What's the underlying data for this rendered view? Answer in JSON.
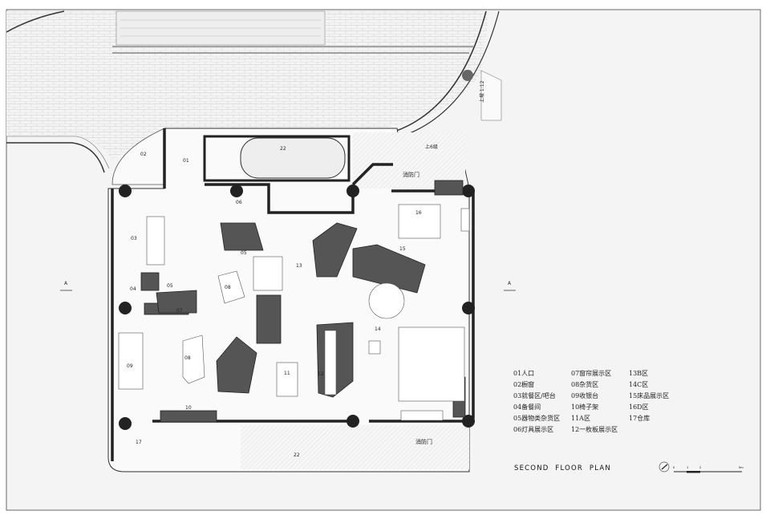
{
  "plan": {
    "title": "SECOND FLOOR PLAN",
    "legend": [
      "01人口",
      "07窗帘展示区",
      "13B区",
      "02橱窗",
      "08杂货区",
      "14C区",
      "03就餐区/吧台",
      "09收银台",
      "15床品展示区",
      "04备餐间",
      "10椅子架",
      "16D区",
      "05器物类杂货区",
      "11A区",
      "17仓库",
      "06灯具展示区",
      "12一枚板展示区",
      ""
    ],
    "room_labels": [
      "01",
      "02",
      "03",
      "04",
      "05",
      "05",
      "06",
      "07",
      "08",
      "08",
      "09",
      "10",
      "11",
      "12",
      "13",
      "14",
      "15",
      "16",
      "17"
    ],
    "annotations": {
      "fire_door_1": "消防门",
      "fire_door_2": "消防门",
      "steps_up": "上6级",
      "ramp": "上坡 1:12",
      "stair_1": "22",
      "stair_2": "22",
      "section_a_left": "A",
      "section_a_right": "A"
    },
    "scale_bar": {
      "ticks": [
        "0",
        "1",
        "2",
        "5m"
      ]
    },
    "compass_icon": "north-arrow-icon"
  }
}
